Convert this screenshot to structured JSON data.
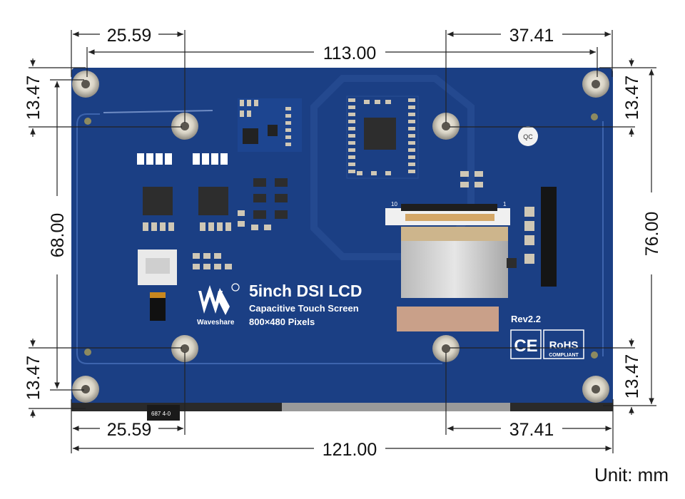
{
  "product": {
    "brand": "Waveshare",
    "title": "5inch DSI LCD",
    "subtitle": "Capacitive Touch Screen",
    "resolution": "800×480 Pixels",
    "revision": "Rev2.2",
    "ce_mark": "CE",
    "rohs_mark": "RoHS",
    "rohs_note": "COMPLIANT",
    "connector_pin_first": "10",
    "connector_pin_last": "1"
  },
  "dimensions": {
    "top_left_hole_offset": "25.59",
    "top_hole_span": "113.00",
    "top_right_hole_offset": "37.41",
    "left_top_margin": "13.47",
    "left_hole_span": "68.00",
    "left_bottom_margin": "13.47",
    "right_top_margin": "13.47",
    "overall_height": "76.00",
    "right_bottom_margin": "13.47",
    "bottom_left_hole_offset": "25.59",
    "bottom_right_hole_offset": "37.41",
    "overall_width": "121.00"
  },
  "unit_label": "Unit: mm",
  "colors": {
    "board": "#1b3f84",
    "board_edge": "#2d5aa8",
    "silkscreen": "#ffffff",
    "copper_pad": "#c8a87a",
    "dimension_line": "#222222"
  }
}
